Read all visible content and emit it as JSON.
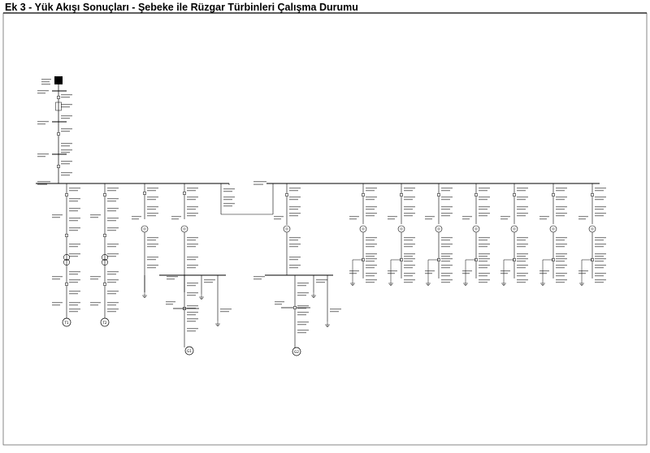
{
  "page": {
    "title": "Ek 3 - Yük Akışı Sonuçları - Şebeke ile Rüzgar Türbinleri Çalışma Durumu"
  },
  "diagram": {
    "colors": {
      "line": "#000000",
      "border": "#555555",
      "frame_top": "#333333",
      "text": "#222222",
      "background": "#ffffff"
    },
    "grid_source": {
      "label": "Şebeke"
    },
    "generator_labels": [
      "T1",
      "T2",
      "G1",
      "G2"
    ]
  }
}
